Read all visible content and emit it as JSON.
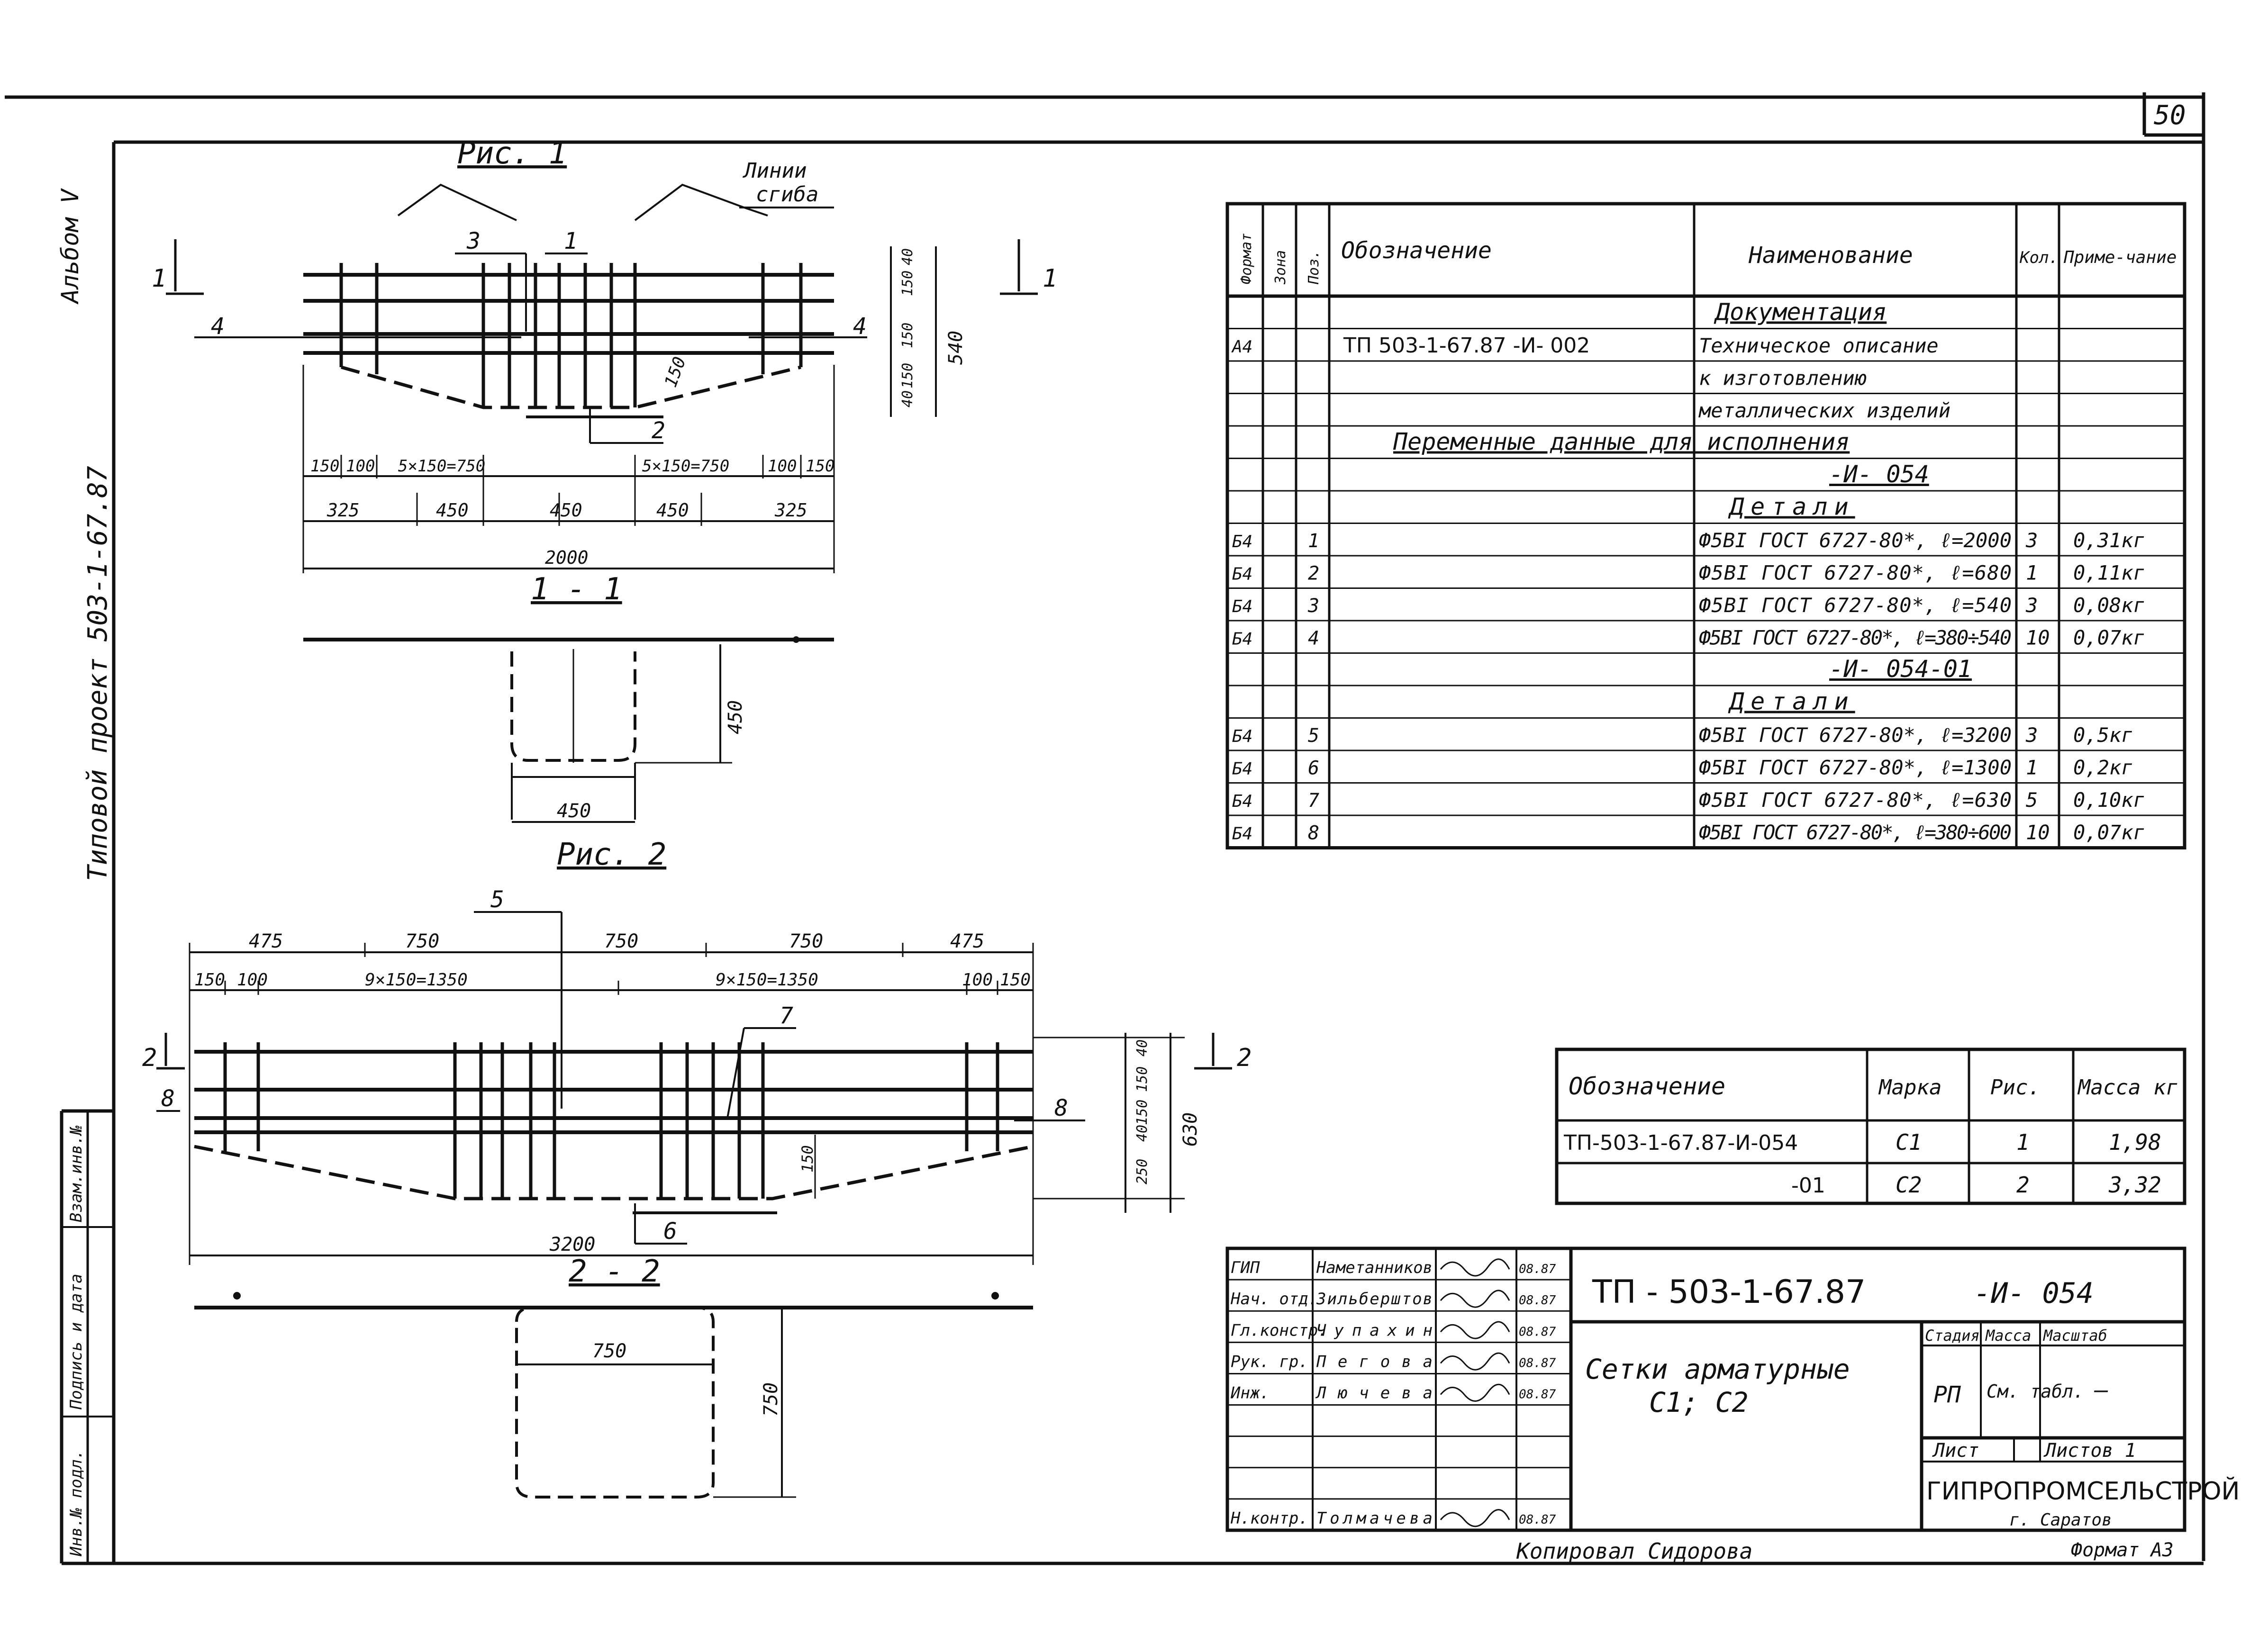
{
  "sheet": {
    "number": "50",
    "format": "Формат А3",
    "copied": "Копировал Сидорова"
  },
  "side": {
    "album": "Альбом V",
    "project": "Типовой проект 503-1-67.87"
  },
  "stamp_labels": [
    "Инв.№ подл.",
    "Подпись и дата",
    "Взам.инв.№"
  ],
  "fig1": {
    "title": "Рис. 1",
    "bend_label_1": "Линии",
    "bend_label_2": "сгиба",
    "section_label": "1",
    "section_title": "1 - 1",
    "positions": {
      "p1": "1",
      "p2": "2",
      "p3": "3",
      "p4a": "4",
      "p4b": "4"
    },
    "dims_top": [
      "150",
      "100",
      "5×150=750",
      "5×150=750",
      "100",
      "150"
    ],
    "dims_mid": [
      "325",
      "450",
      "450",
      "450",
      "325"
    ],
    "dim_total": "2000",
    "dims_right": [
      "40",
      "150",
      "150",
      "150",
      "40"
    ],
    "dim_height": "540",
    "dim_inner": "150",
    "sec_width": "450",
    "sec_height": "450"
  },
  "fig2": {
    "title": "Рис. 2",
    "section_label": "2",
    "section_title": "2 - 2",
    "positions": {
      "p5": "5",
      "p6": "6",
      "p7": "7",
      "p8a": "8",
      "p8b": "8"
    },
    "dims_top": [
      "475",
      "750",
      "750",
      "750",
      "475"
    ],
    "dims_mid": [
      "150",
      "100",
      "9×150=1350",
      "9×150=1350",
      "100",
      "150"
    ],
    "dim_total": "3200",
    "dims_right": [
      "40",
      "150",
      "150",
      "40",
      "250"
    ],
    "dim_height": "630",
    "dim_inner": "150",
    "sec_width": "750",
    "sec_height": "750"
  },
  "spec": {
    "headers": {
      "format": "Формат",
      "zone": "Зона",
      "pos": "Поз.",
      "designation": "Обозначение",
      "name": "Наименование",
      "qty": "Кол.",
      "note": "Приме-чание"
    },
    "rows": [
      {
        "fmt": "",
        "pos": "",
        "des": "",
        "name": "Документация",
        "qty": "",
        "note": "",
        "style": "heading"
      },
      {
        "fmt": "А4",
        "pos": "",
        "des": "ТП 503-1-67.87 -И- 002",
        "name": "Техническое описание",
        "qty": "",
        "note": ""
      },
      {
        "fmt": "",
        "pos": "",
        "des": "",
        "name": "к изготовлению",
        "qty": "",
        "note": ""
      },
      {
        "fmt": "",
        "pos": "",
        "des": "",
        "name": "металлических изделий",
        "qty": "",
        "note": ""
      },
      {
        "fmt": "",
        "pos": "",
        "des": "",
        "name": "Переменные данные для исполнения",
        "qty": "",
        "note": "",
        "style": "wide"
      },
      {
        "fmt": "",
        "pos": "",
        "des": "",
        "name": "-И- 054",
        "qty": "",
        "note": "",
        "style": "heading"
      },
      {
        "fmt": "",
        "pos": "",
        "des": "",
        "name": "Детали",
        "qty": "",
        "note": "",
        "style": "heading"
      },
      {
        "fmt": "Б4",
        "pos": "1",
        "des": "",
        "name": "Ф5ВI ГОСТ 6727-80*, ℓ=2000",
        "qty": "3",
        "note": "0,31кг"
      },
      {
        "fmt": "Б4",
        "pos": "2",
        "des": "",
        "name": "Ф5ВI ГОСТ 6727-80*, ℓ=680",
        "qty": "1",
        "note": "0,11кг"
      },
      {
        "fmt": "Б4",
        "pos": "3",
        "des": "",
        "name": "Ф5ВI ГОСТ 6727-80*, ℓ=540",
        "qty": "3",
        "note": "0,08кг"
      },
      {
        "fmt": "Б4",
        "pos": "4",
        "des": "",
        "name": "Ф5ВI ГОСТ 6727-80*, ℓ=380÷540",
        "qty": "10",
        "note": "0,07кг"
      },
      {
        "fmt": "",
        "pos": "",
        "des": "",
        "name": "-И- 054-01",
        "qty": "",
        "note": "",
        "style": "heading"
      },
      {
        "fmt": "",
        "pos": "",
        "des": "",
        "name": "Детали",
        "qty": "",
        "note": "",
        "style": "heading"
      },
      {
        "fmt": "Б4",
        "pos": "5",
        "des": "",
        "name": "Ф5ВI ГОСТ 6727-80*, ℓ=3200",
        "qty": "3",
        "note": "0,5кг"
      },
      {
        "fmt": "Б4",
        "pos": "6",
        "des": "",
        "name": "Ф5ВI ГОСТ 6727-80*, ℓ=1300",
        "qty": "1",
        "note": "0,2кг"
      },
      {
        "fmt": "Б4",
        "pos": "7",
        "des": "",
        "name": "Ф5ВI ГОСТ 6727-80*, ℓ=630",
        "qty": "5",
        "note": "0,10кг"
      },
      {
        "fmt": "Б4",
        "pos": "8",
        "des": "",
        "name": "Ф5ВI ГОСТ 6727-80*, ℓ=380÷600",
        "qty": "10",
        "note": "0,07кг"
      }
    ]
  },
  "marks": {
    "headers": {
      "designation": "Обозначение",
      "mark": "Марка",
      "fig": "Рис.",
      "mass": "Масса кг"
    },
    "rows": [
      {
        "des": "ТП-503-1-67.87-И-054",
        "mark": "С1",
        "fig": "1",
        "mass": "1,98"
      },
      {
        "des": "-01",
        "mark": "С2",
        "fig": "2",
        "mass": "3,32"
      }
    ]
  },
  "title_block": {
    "roles": [
      "ГИП",
      "Нач. отд.",
      "Гл.констр.",
      "Рук. гр.",
      "Инж.",
      "",
      "",
      "",
      "Н.контр."
    ],
    "names": [
      "Наметанников",
      "Зильберштов",
      "Чупахин",
      "Пегова",
      "Лючева",
      "",
      "",
      "",
      "Толмачева"
    ],
    "dates": [
      "08.87",
      "08.87",
      "08.87",
      "08.87",
      "08.87",
      "",
      "",
      "",
      "08.87"
    ],
    "designation": "ТП - 503-1-67.87",
    "designation_suffix": "-И- 054",
    "title_line1": "Сетки арматурные",
    "title_line2": "С1; С2",
    "stage_h": "Стадия",
    "mass_h": "Масса",
    "scale_h": "Масштаб",
    "stage": "РП",
    "mass": "См. табл.",
    "scale": "—",
    "sheet_h": "Лист",
    "sheets_h": "Листов 1",
    "org": "ГИПРОПРОМСЕЛЬСТРОЙ",
    "city": "г. Саратов"
  }
}
